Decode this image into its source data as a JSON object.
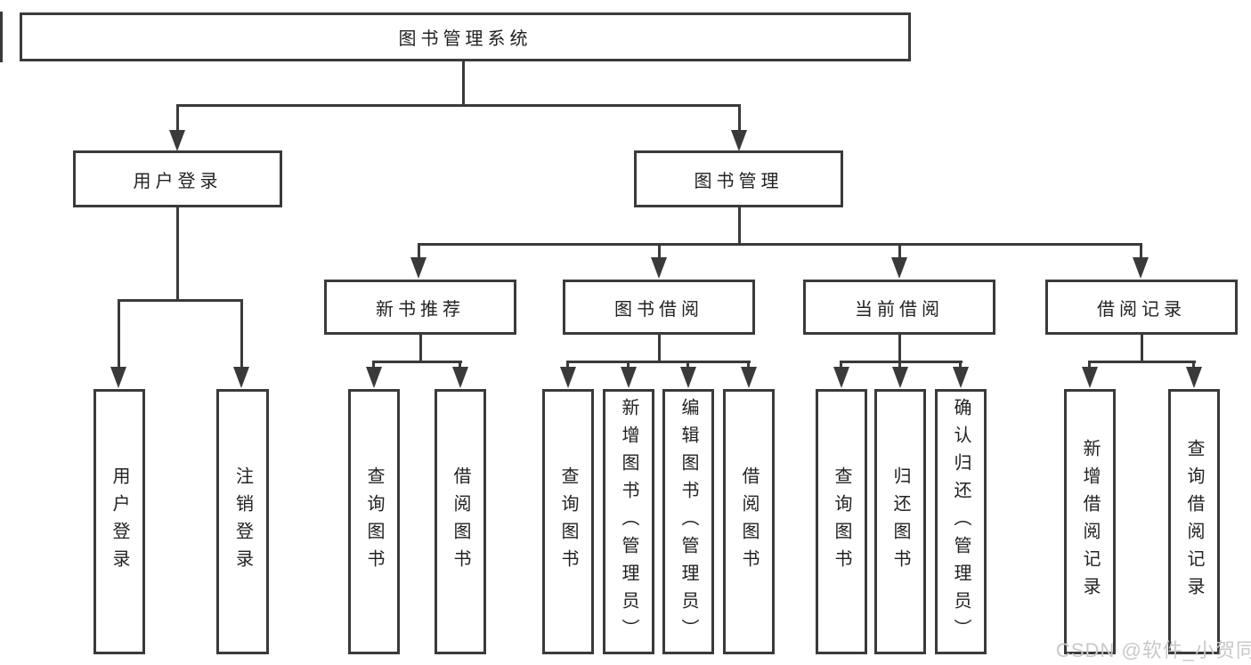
{
  "tree": {
    "label": "图书管理系统",
    "children": [
      {
        "label": "用户登录",
        "children": [
          {
            "label": "用户登录"
          },
          {
            "label": "注销登录"
          }
        ]
      },
      {
        "label": "图书管理",
        "children": [
          {
            "label": "新书推荐",
            "children": [
              {
                "label": "查询图书"
              },
              {
                "label": "借阅图书"
              }
            ]
          },
          {
            "label": "图书借阅",
            "children": [
              {
                "label": "查询图书"
              },
              {
                "label": "新增图书（管理员）"
              },
              {
                "label": "编辑图书（管理员）"
              },
              {
                "label": "借阅图书"
              }
            ]
          },
          {
            "label": "当前借阅",
            "children": [
              {
                "label": "查询图书"
              },
              {
                "label": "归还图书"
              },
              {
                "label": "确认归还（管理员）"
              }
            ]
          },
          {
            "label": "借阅记录",
            "children": [
              {
                "label": "新增借阅记录"
              },
              {
                "label": "查询借阅记录"
              }
            ]
          }
        ]
      }
    ]
  },
  "watermark": {
    "text": "CSDN @软件_小贺同学"
  },
  "colors": {
    "line": "#3a3a3a",
    "text": "#222222",
    "watermark": "#c9c9c9",
    "background": "#ffffff"
  }
}
